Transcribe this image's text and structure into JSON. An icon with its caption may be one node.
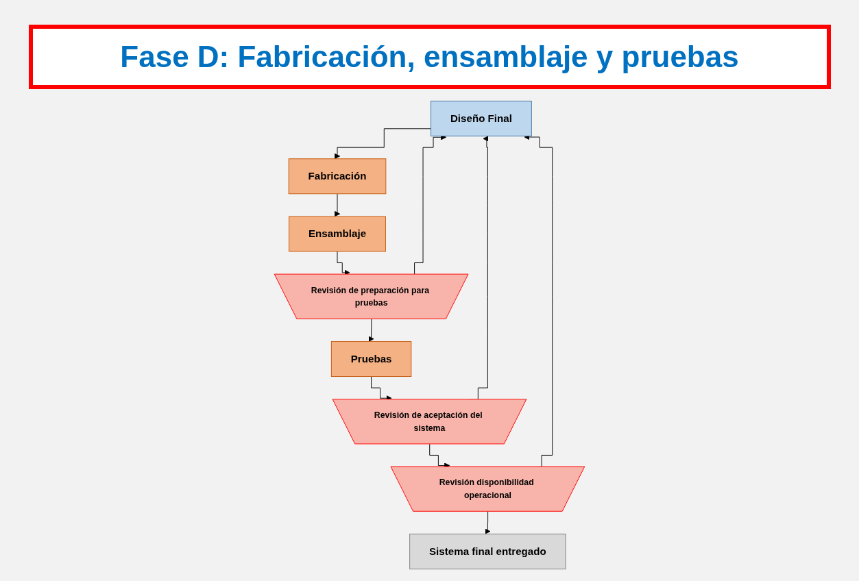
{
  "diagram": {
    "title": "Fase D: Fabricación, ensamblaje y pruebas",
    "nodes": [
      {
        "text": [
          "Diseño Final"
        ]
      },
      {
        "text": [
          "Fabricación"
        ]
      },
      {
        "text": [
          "Ensamblaje"
        ]
      },
      {
        "text": [
          "Revisión de preparación para pruebas"
        ]
      },
      {
        "text": [
          "Pruebas"
        ]
      },
      {
        "text": [
          "Revisión de aceptación del sistema"
        ]
      },
      {
        "text": [
          "Revisión disponibilidad operacional"
        ]
      },
      {
        "text": [
          "Sistema final entregado"
        ]
      }
    ],
    "edges": [
      {
        "from": 0,
        "to": 1,
        "arrow": "to"
      },
      {
        "from": 1,
        "to": 2,
        "arrow": "to"
      },
      {
        "from": 2,
        "to": 3,
        "arrow": "to"
      },
      {
        "from": 3,
        "to": 4,
        "arrow": "to"
      },
      {
        "from": 3,
        "to": 0,
        "arrow": "to"
      },
      {
        "from": 4,
        "to": 5,
        "arrow": "to"
      },
      {
        "from": 5,
        "to": 0,
        "arrow": "to"
      },
      {
        "from": 5,
        "to": 6,
        "arrow": "to"
      },
      {
        "from": 6,
        "to": 0,
        "arrow": "to"
      },
      {
        "from": 6,
        "to": 7,
        "arrow": "to"
      }
    ]
  }
}
